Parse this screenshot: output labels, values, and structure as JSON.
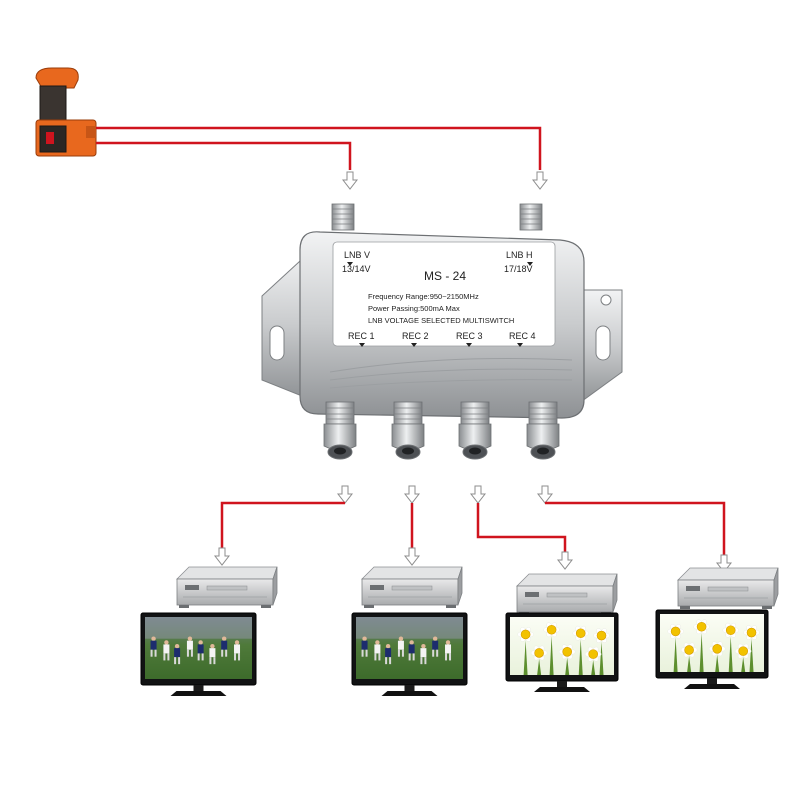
{
  "switch": {
    "model": "MS - 24",
    "inputs": [
      {
        "name": "LNB V",
        "voltage": "13/14V"
      },
      {
        "name": "LNB H",
        "voltage": "17/18V"
      }
    ],
    "specs": [
      "Frequency Range:950~2150MHz",
      "Power Passing:500mA Max",
      "LNB VOLTAGE SELECTED MULTISWITCH"
    ],
    "outputs": [
      "REC 1",
      "REC 2",
      "REC 3",
      "REC 4"
    ]
  },
  "colors": {
    "cable": "#d0141e",
    "lnb_body": "#e8681e",
    "metal": "#c8cacc"
  },
  "icons": {
    "lnb": "satellite-lnb-icon",
    "receiver": "set-top-box-icon",
    "tv": "television-icon",
    "arrow": "arrow-down-icon"
  },
  "receivers": [
    {
      "screen": "soccer"
    },
    {
      "screen": "soccer"
    },
    {
      "screen": "flowers"
    },
    {
      "screen": "flowers"
    }
  ]
}
